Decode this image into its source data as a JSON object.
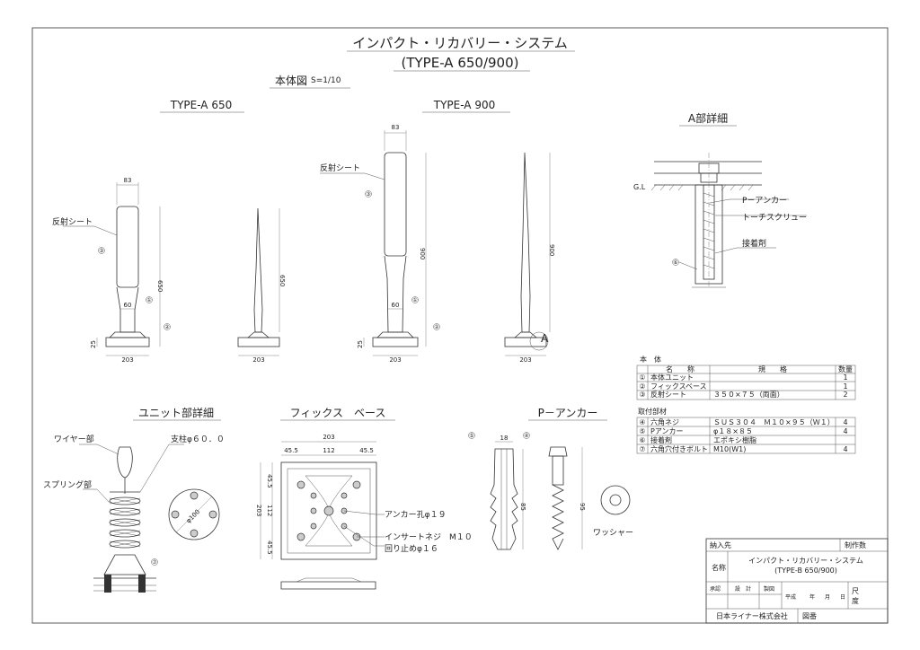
{
  "title": {
    "main": "インパクト・リカバリー・システム",
    "sub": "(TYPE-A 650/900)"
  },
  "body_view": {
    "label": "本体図",
    "scale": "S=1/10"
  },
  "views": {
    "type_650": "TYPE-A 650",
    "type_900": "TYPE-A 900",
    "detail_a": "A部詳細",
    "unit_detail": "ユニット部詳細",
    "fix_base": "フィックス　ベース",
    "p_anchor": "P－アンカー"
  },
  "labels": {
    "reflect_sheet_1": "反射シート",
    "reflect_sheet_2": "反射シート",
    "gl": "G.L",
    "p_anchor_lbl": "P－アンカー",
    "torch_screw": "トーチスクリュー",
    "adhesive": "接着剤",
    "marker_a": "A",
    "wire": "ワイヤー部",
    "pillar": "支柱φ６０．０",
    "spring": "スプリング部",
    "anchor_hole": "アンカー孔φ１９",
    "insert_screw": "インサートネジ　M１０",
    "stopper": "回り止めφ１６",
    "washer": "ワッシャー"
  },
  "dimensions": {
    "w83a": "83",
    "w60a": "60",
    "h650a": "650",
    "h25a": "25",
    "w203a": "203",
    "h650b": "650",
    "w203b": "203",
    "w83c": "83",
    "w60c": "60",
    "h900c": "900",
    "h25c": "25",
    "w203c": "203",
    "h900d": "900",
    "w203d": "203",
    "dia100": "φ100",
    "fb_203": "203",
    "fb_455a": "45.5",
    "fb_112": "112",
    "fb_455b": "45.5",
    "fb_v455a": "45.5",
    "fb_v112": "112",
    "fb_v455b": "45.5",
    "fb_v203": "203",
    "pa_18": "18",
    "pa_85": "85",
    "pa_95": "95"
  },
  "markers": [
    "①",
    "②",
    "③",
    "④",
    "⑤",
    "⑥",
    "⑦"
  ],
  "parts_table": {
    "heading": "本　体",
    "headers": [
      "",
      "名　　称",
      "規　　格",
      "数量"
    ],
    "rows": [
      [
        "①",
        "本体ユニット",
        "",
        "1"
      ],
      [
        "②",
        "フィックスベース",
        "",
        "1"
      ],
      [
        "③",
        "反射シート",
        "３５０×７５（両面）",
        "2"
      ]
    ]
  },
  "fittings_table": {
    "heading": "取付部材",
    "rows": [
      [
        "④",
        "六角ネジ",
        "ＳＵＳ３０４　Ｍ１０×９５（Ｗ１）",
        "4"
      ],
      [
        "⑤",
        "Pアンカー",
        "φ１８×８５",
        "4"
      ],
      [
        "⑥",
        "接着剤",
        "エポキシ樹脂",
        ""
      ],
      [
        "⑦",
        "六角穴付きボルト",
        "M10(W1)",
        "4"
      ]
    ]
  },
  "title_block": {
    "delivery": "納入先",
    "maker_no": "制作数",
    "name_label": "名称",
    "name_1": "インパクト・リカバリー・システム",
    "name_2": "(TYPE-B 650/900)",
    "approve": "承認",
    "design": "設　計",
    "draft": "製図",
    "heisei": "平成",
    "year": "年",
    "month": "月",
    "day": "日",
    "scale_1": "尺",
    "scale_2": "度",
    "company": "日本ライナー株式会社",
    "drawing_no": "図番"
  }
}
